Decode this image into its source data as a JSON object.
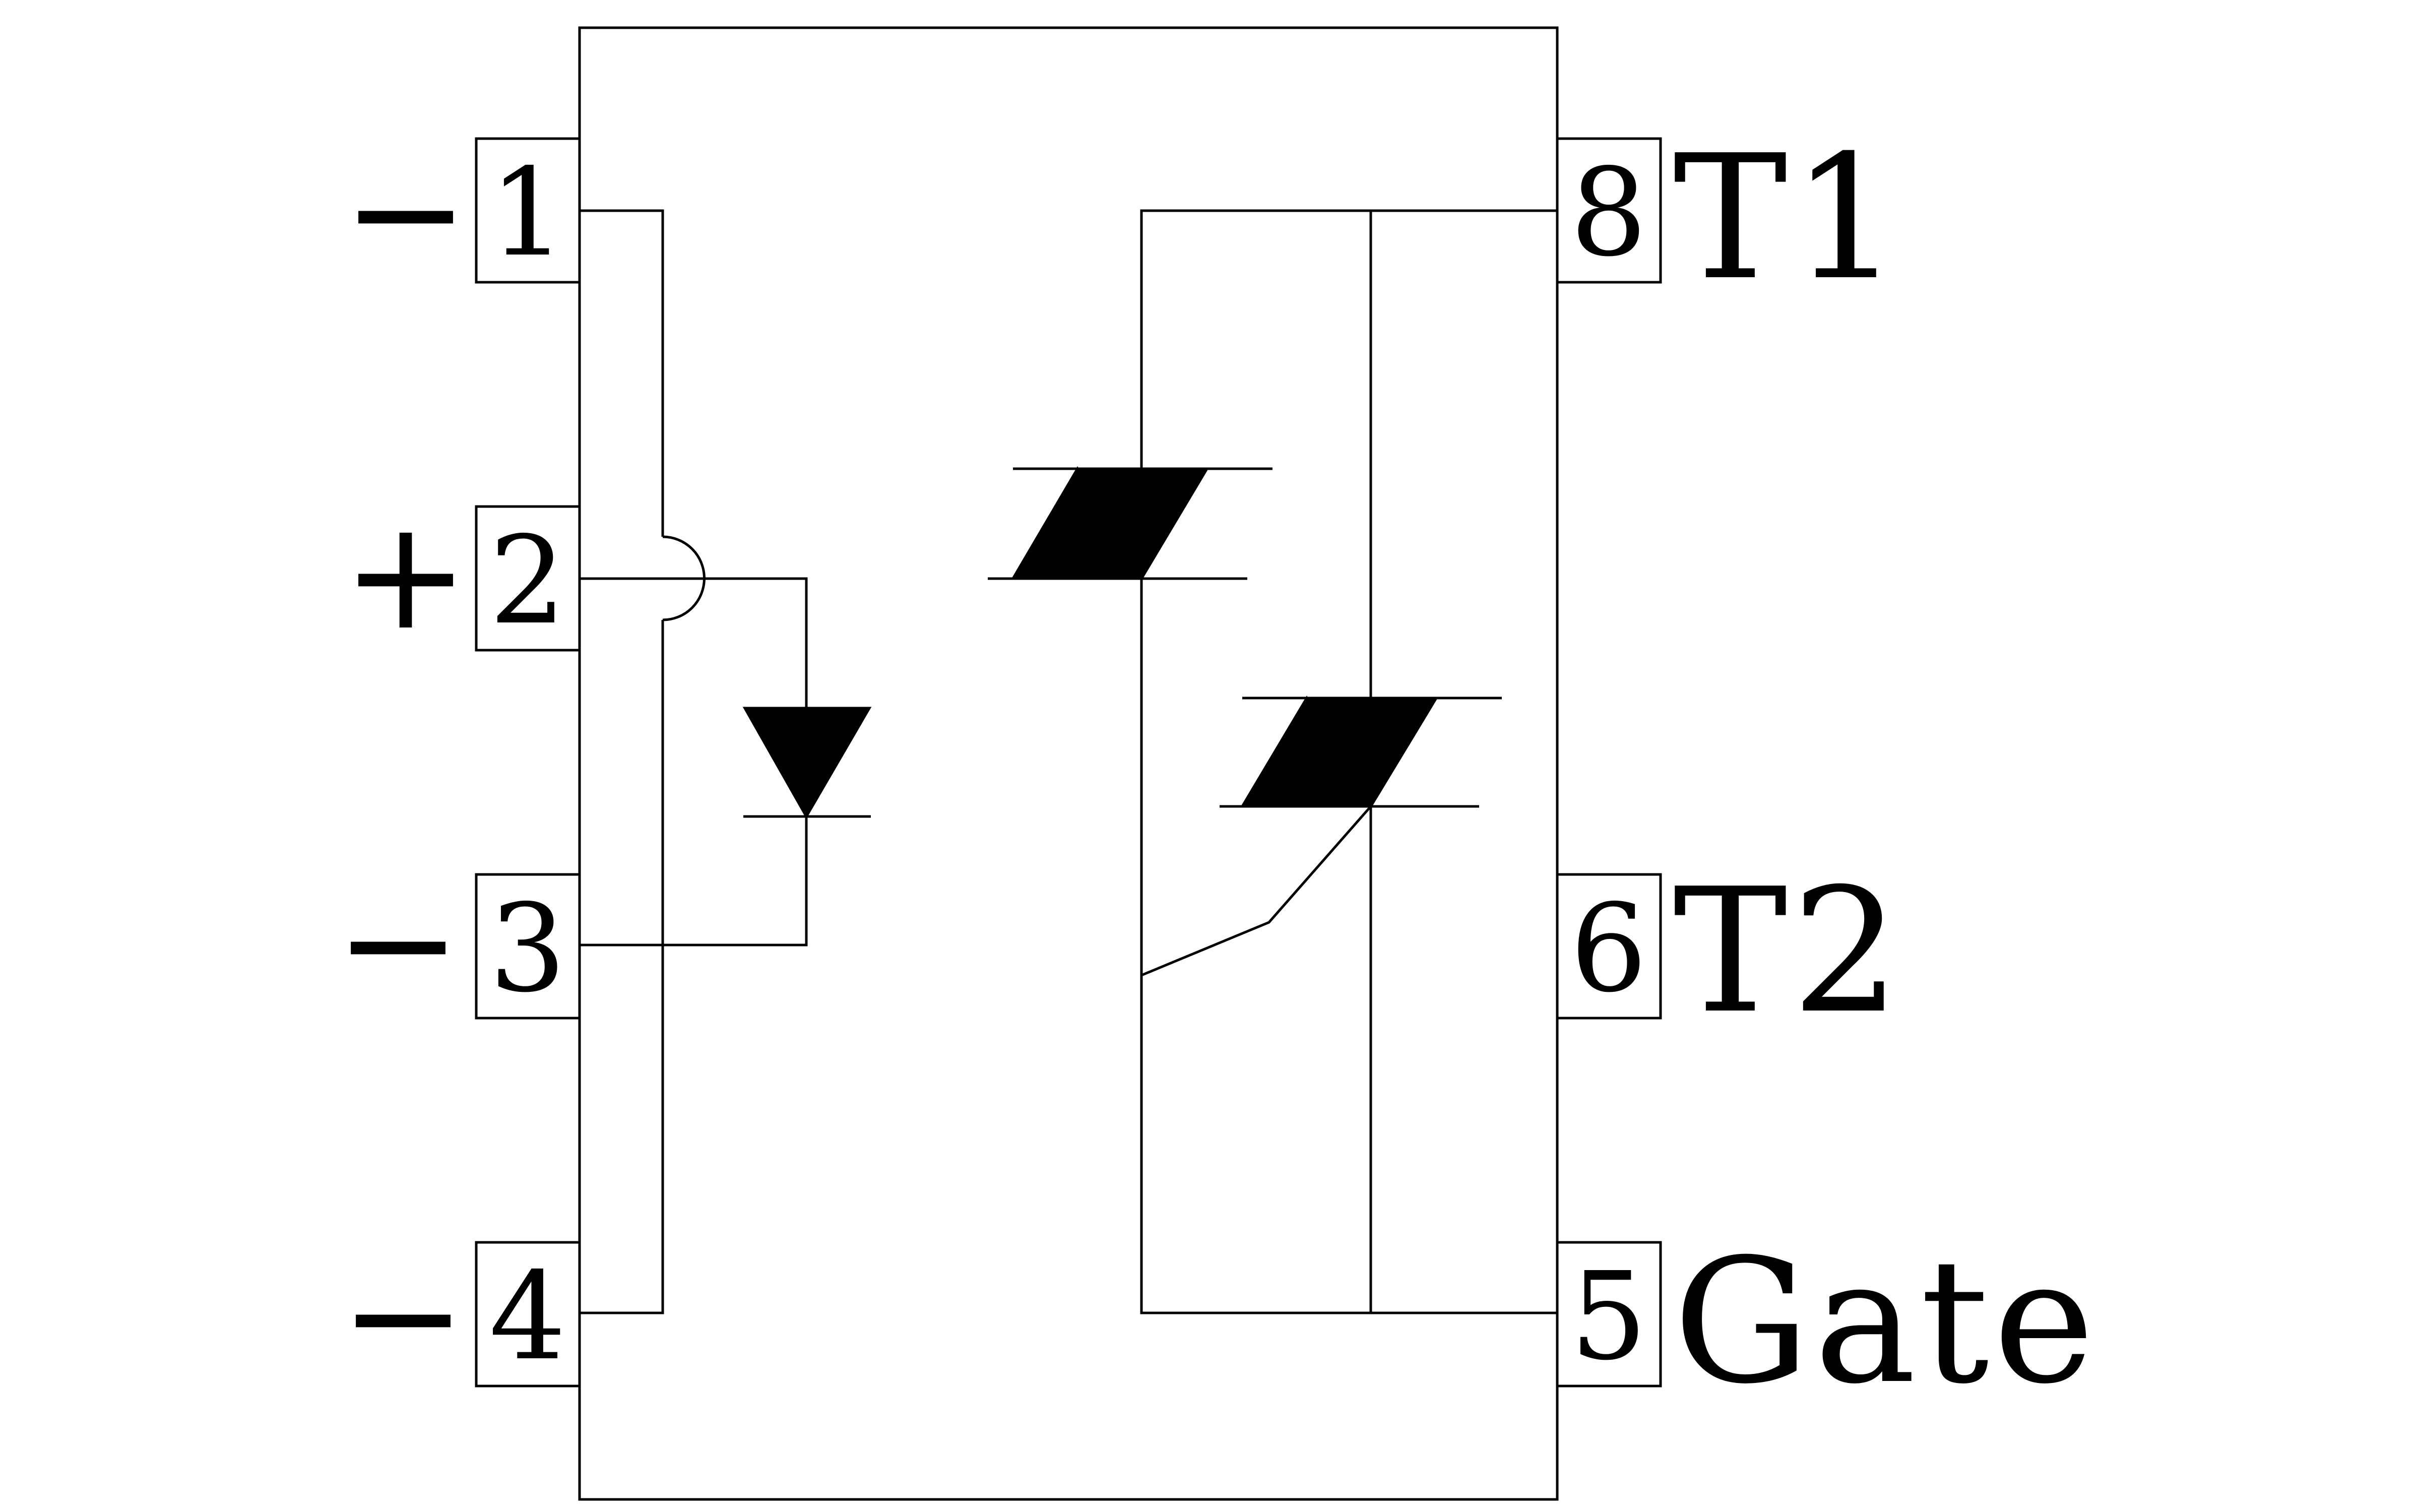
{
  "pins": {
    "p1": {
      "number": "1",
      "sign": "−"
    },
    "p2": {
      "number": "2",
      "sign": "+"
    },
    "p3": {
      "number": "3",
      "sign": "−"
    },
    "p4": {
      "number": "4",
      "sign": "−"
    },
    "p5": {
      "number": "5",
      "label": "Gate"
    },
    "p6": {
      "number": "6",
      "label": "T2"
    },
    "p8": {
      "number": "8",
      "label": "T1"
    }
  }
}
